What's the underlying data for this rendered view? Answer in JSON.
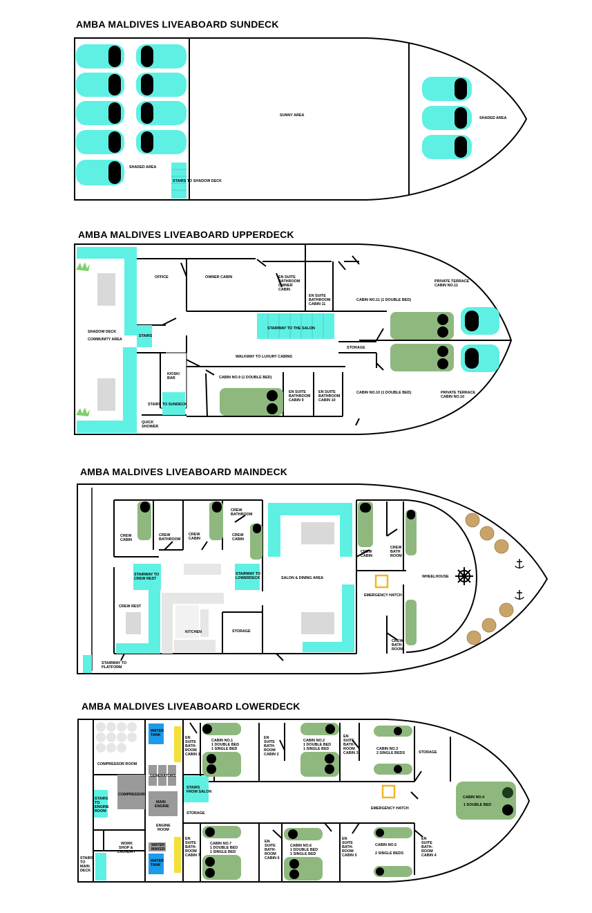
{
  "colors": {
    "cyan": "#5ff0e4",
    "green": "#8fb87f",
    "gray": "#d9d9d9",
    "dark": "#000000",
    "tan": "#c9a46a",
    "yellow": "#f3e03a",
    "blue": "#1e9be8",
    "orange": "#f0b528",
    "stone": "#9a9a9a"
  },
  "icons": [
    "anchor-icon",
    "ships-wheel-icon",
    "plant-icon"
  ],
  "sundeck": {
    "title": "AMBA MALDIVES LIVEABOARD SUNDECK",
    "labels": {
      "shaded_area_left": "SHADED AREA",
      "stairs": "STAIRS TO SHADOW DECK",
      "sunny_area": "SUNNY AREA",
      "shaded_area_right": "SHADED AREA"
    }
  },
  "upperdeck": {
    "title": "AMBA MALDIVES LIVEABOARD UPPERDECK",
    "labels": {
      "shadow_deck": "SHADOW DECK",
      "community_area": "COMMUNITY AREA",
      "stairs": "STAIRS",
      "office": "OFFICE",
      "owner_cabin": "OWNER CABIN",
      "en_suite_owner": [
        "EN SUITE",
        "BATHROOM",
        "OWNER",
        "CABIN"
      ],
      "en_suite_11": [
        "EN SUITE",
        "BATHROOM",
        "CABIN 11"
      ],
      "cabin_11": "CABIN NO.11 (1 DOUBLE BED)",
      "private_terrace_11": [
        "PRIVATE TERRACE",
        "CABIN NO.11"
      ],
      "stairway_salon": "STAIRWAY TO THE SALON",
      "storage": "STORAGE",
      "walkway": "WALKWAY TO LUXURY CABINS",
      "kiosk": [
        "KIOSK/",
        "BAR"
      ],
      "cabin_9": "CABIN NO.9 (1 DOUBLE BED)",
      "en_suite_9": [
        "EN SUITE",
        "BATHROOM",
        "CABIN 9"
      ],
      "en_suite_10": [
        "EN SUITE",
        "BATHROOM",
        "CABIN 10"
      ],
      "cabin_10": "CABIN NO.10 (1 DOUBLE BED)",
      "private_terrace_10": [
        "PRIVATE TERRACE",
        "CABIN NO.10"
      ],
      "stairs_sundeck": "STAIRS TO SUNDECK",
      "quick_shower": [
        "QUICK",
        "SHOWER"
      ]
    }
  },
  "maindeck": {
    "title": "AMBA MALDIVES LIVEABOARD MAINDECK",
    "labels": {
      "crew_cabin_1": [
        "CREW",
        "CABIN"
      ],
      "crew_bathroom_1": [
        "CREW",
        "BATHROOM"
      ],
      "crew_cabin_2": [
        "CREW",
        "CABIN"
      ],
      "crew_bathroom_2": [
        "CREW",
        "BATHROOM"
      ],
      "crew_cabin_3": [
        "CREW",
        "CABIN"
      ],
      "stairway_crew_rest": [
        "STAIRWAY TO",
        "CREW REST"
      ],
      "stairway_lowerdeck": [
        "STAIRWAY TO",
        "LOWERDECK"
      ],
      "salon": "SALON & DINING AREA",
      "crew_cabin_4": [
        "CREW",
        "CABIN"
      ],
      "crew_bath_room_1": [
        "CREW",
        "BATH",
        "ROOM"
      ],
      "wheelhouse": "WHEELHOUSE",
      "emergency_hatch": "EMERGENCY HATCH",
      "crew_rest": "CREW REST",
      "kitchen": "KITCHEN",
      "storage": "STORAGE",
      "crew_bath_room_2": [
        "CREW",
        "BATH",
        "ROOM"
      ],
      "stairway_platform": [
        "STAIRWAY TO",
        "PLATFORM"
      ]
    }
  },
  "lowerdeck": {
    "title": "AMBA MALDIVES LIVEABOARD LOWERDECK",
    "labels": {
      "water_tank_1": [
        "WATER",
        "TANK"
      ],
      "compressor_room": "COMPRESSOR ROOM",
      "generators": "GENERATORS",
      "compressor": "COMPRESSOR",
      "main_engine": [
        "MAIN",
        "ENGINE"
      ],
      "engine_room": [
        "ENGINE",
        "ROOM"
      ],
      "stairs_engine": [
        "STAIRS",
        "TO",
        "ENGINE",
        "ROOM"
      ],
      "en_suite_1": [
        "EN",
        "SUITE",
        "BATH-",
        "ROOM",
        "CABIN 1"
      ],
      "cabin_1": [
        "CABIN NO.1",
        "1 DOUBLE BED",
        "1 SINGLE BED"
      ],
      "en_suite_2": [
        "EN",
        "SUITE",
        "BATH-",
        "ROOM",
        "CABIN 2"
      ],
      "cabin_2": [
        "CABIN NO.2",
        "1 DOUBLE BED",
        "1 SINGLE BED"
      ],
      "en_suite_3": [
        "EN",
        "SUITE",
        "BATH-",
        "ROOM",
        "CABIN 3"
      ],
      "cabin_3": [
        "CABIN NO.3",
        "2 SINGLE BEDS"
      ],
      "storage_fwd": "STORAGE",
      "stairs_salon": [
        "STAIRS",
        "FROM SALON"
      ],
      "storage_mid": "STORAGE",
      "emergency_hatch": "EMERGENCY HATCH",
      "cabin_4": [
        "CABIN NO.4",
        "1 DOUBLE BED"
      ],
      "stairs_main": [
        "STAIRS",
        "TO",
        "MAIN",
        "DECK"
      ],
      "workshop": [
        "WORK",
        "SHOP &",
        "LAUNDRY"
      ],
      "water_maker": [
        "WATER",
        "MAKER"
      ],
      "water_tank_2": [
        "WATER",
        "TANK"
      ],
      "en_suite_7": [
        "EN",
        "SUITE",
        "BATH-",
        "ROOM",
        "CABIN 7"
      ],
      "cabin_7": [
        "CABIN NO.7",
        "1 DOUBLE BED",
        "1 SINGLE BED"
      ],
      "en_suite_6": [
        "EN",
        "SUITE",
        "BATH-",
        "ROOM",
        "CABIN 6"
      ],
      "cabin_6": [
        "CABIN NO.6",
        "1 DOUBLE BED",
        "1 SINGLE BED"
      ],
      "en_suite_5": [
        "EN",
        "SUITE",
        "BATH-",
        "ROOM",
        "CABIN 5"
      ],
      "cabin_5": [
        "CABIN NO.5",
        "2 SINGLE BEDS"
      ],
      "en_suite_4": [
        "EN",
        "SUITE",
        "BATH-",
        "ROOM",
        "CABIN 4"
      ]
    }
  }
}
